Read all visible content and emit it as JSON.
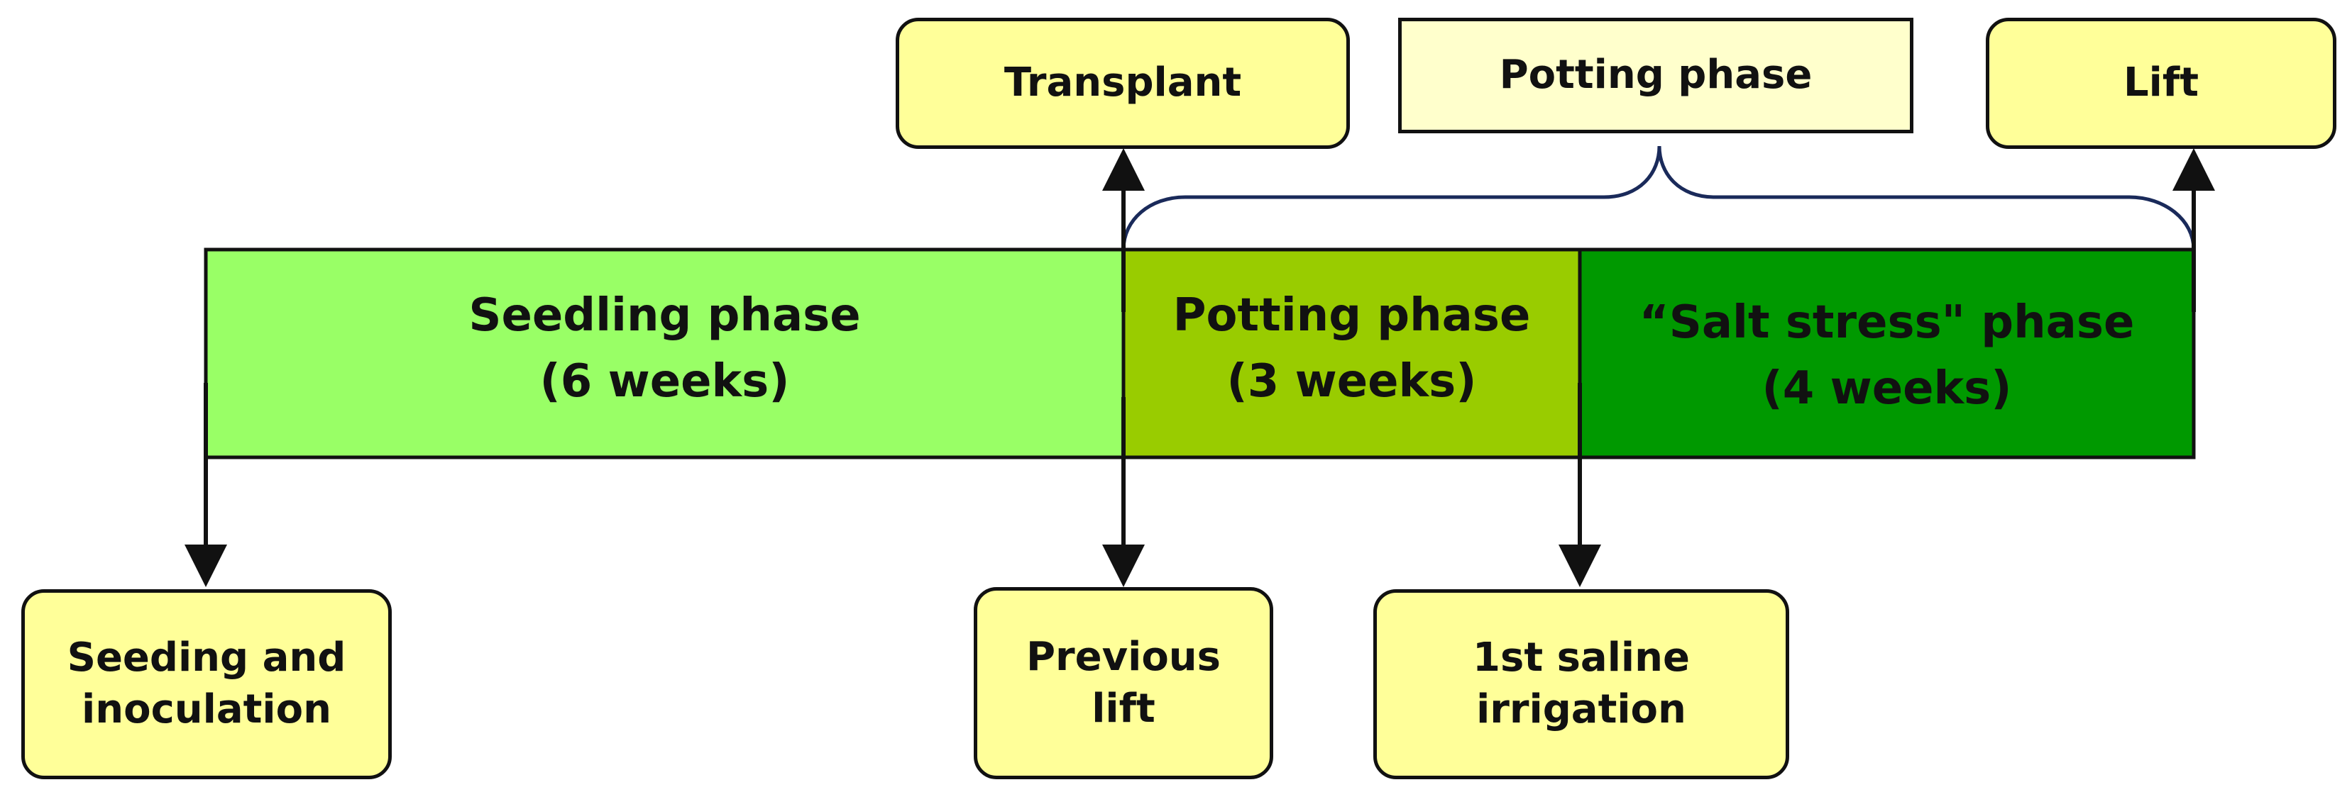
{
  "colors": {
    "seedling": "#99ff66",
    "potting": "#99cc00",
    "salt": "#009900",
    "label_box": "#ffff99",
    "potting_label_box": "#ffffcc",
    "brace": "#1a2a5a",
    "stroke": "#111111"
  },
  "phases": [
    {
      "title": "Seedling phase",
      "duration": "(6 weeks)"
    },
    {
      "title": "Potting phase",
      "duration": "(3 weeks)"
    },
    {
      "title": "“Salt stress\" phase",
      "duration": "(4 weeks)"
    }
  ],
  "events_top": {
    "transplant": "Transplant",
    "lift": "Lift"
  },
  "brace_label": "Potting phase",
  "events_bottom": {
    "seeding": "Seeding and\ninoculation",
    "previous_lift": "Previous\nlift",
    "saline": "1st saline irrigation"
  }
}
